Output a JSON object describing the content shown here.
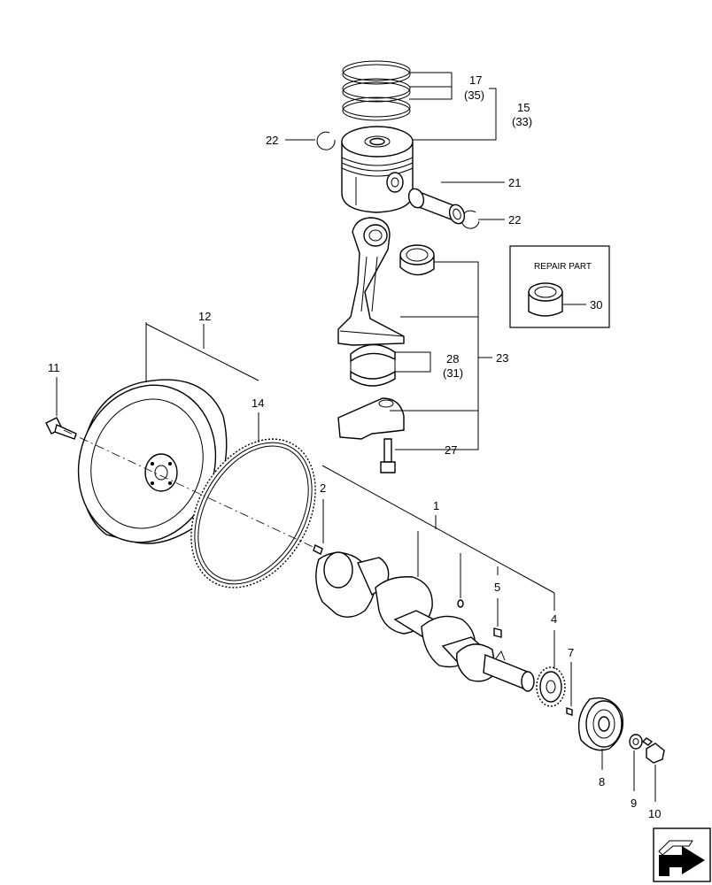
{
  "callouts": {
    "c1": "1",
    "c2": "2",
    "c4": "4",
    "c5": "5",
    "c7": "7",
    "c8": "8",
    "c9": "9",
    "c10": "10",
    "c11": "11",
    "c12": "12",
    "c14": "14",
    "c15": "15",
    "c15_alt": "(33)",
    "c17": "17",
    "c17_alt": "(35)",
    "c21": "21",
    "c22a": "22",
    "c22b": "22",
    "c23": "23",
    "c27": "27",
    "c28": "28",
    "c28_alt": "(31)",
    "c30": "30"
  },
  "repair_box": {
    "title": "REPAIR PART"
  },
  "nav_icon": "next-page-arrow-icon"
}
